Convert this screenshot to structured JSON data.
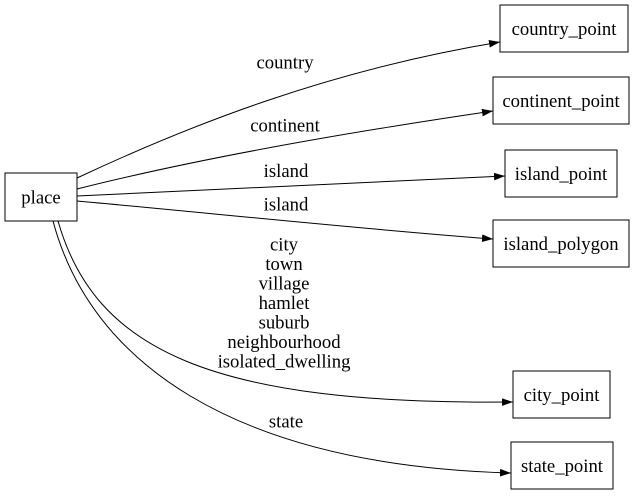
{
  "diagram": {
    "type": "directed-graph",
    "background_color": "#ffffff",
    "node_fill_color": "#ffffff",
    "node_border_color": "#000000",
    "edge_color": "#000000",
    "text_color": "#000000",
    "source_node": {
      "label": "place"
    },
    "nodes": [
      {
        "label": "country_point"
      },
      {
        "label": "continent_point"
      },
      {
        "label": "island_point"
      },
      {
        "label": "island_polygon"
      },
      {
        "label": "city_point"
      },
      {
        "label": "state_point"
      }
    ],
    "edges": [
      {
        "from": "place",
        "to": "country_point",
        "label": "country"
      },
      {
        "from": "place",
        "to": "continent_point",
        "label": "continent"
      },
      {
        "from": "place",
        "to": "island_point",
        "label": "island"
      },
      {
        "from": "place",
        "to": "island_polygon",
        "label": "island"
      },
      {
        "from": "place",
        "to": "city_point",
        "label_lines": [
          "city",
          "town",
          "village",
          "hamlet",
          "suburb",
          "neighbourhood",
          "isolated_dwelling"
        ]
      },
      {
        "from": "place",
        "to": "state_point",
        "label": "state"
      }
    ]
  }
}
